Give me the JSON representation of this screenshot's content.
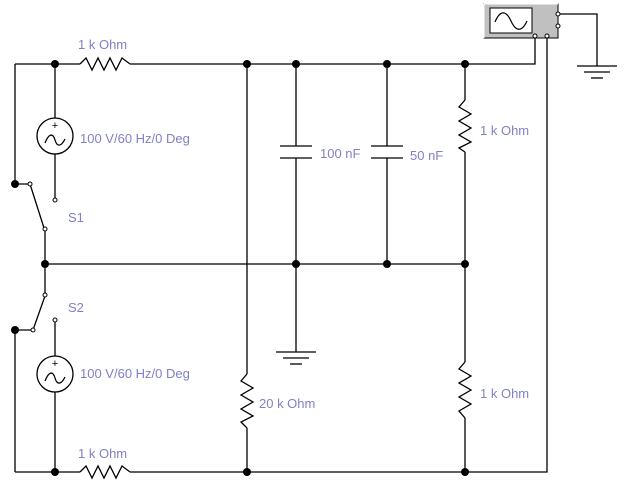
{
  "colors": {
    "wire": "#000000",
    "label": "#8080c8",
    "background": "#ffffff",
    "scope_screen": "#ffffff",
    "scope_body": "#c0c0c0"
  },
  "labels": {
    "r_top": "1 k Ohm",
    "src_top": "100 V/60 Hz/0 Deg",
    "s1": "S1",
    "s2": "S2",
    "src_bottom": "100 V/60 Hz/0 Deg",
    "r_bottom": "1 k Ohm",
    "r_load": "20 k Ohm",
    "c1": "100 nF",
    "c2": "50 nF",
    "r_upper_right": "1 k Ohm",
    "r_lower_right": "1 k Ohm"
  },
  "icons": {
    "oscilloscope": "oscilloscope-icon",
    "ground": "ground-icon",
    "ac_source": "ac-source-icon",
    "switch": "switch-icon"
  }
}
